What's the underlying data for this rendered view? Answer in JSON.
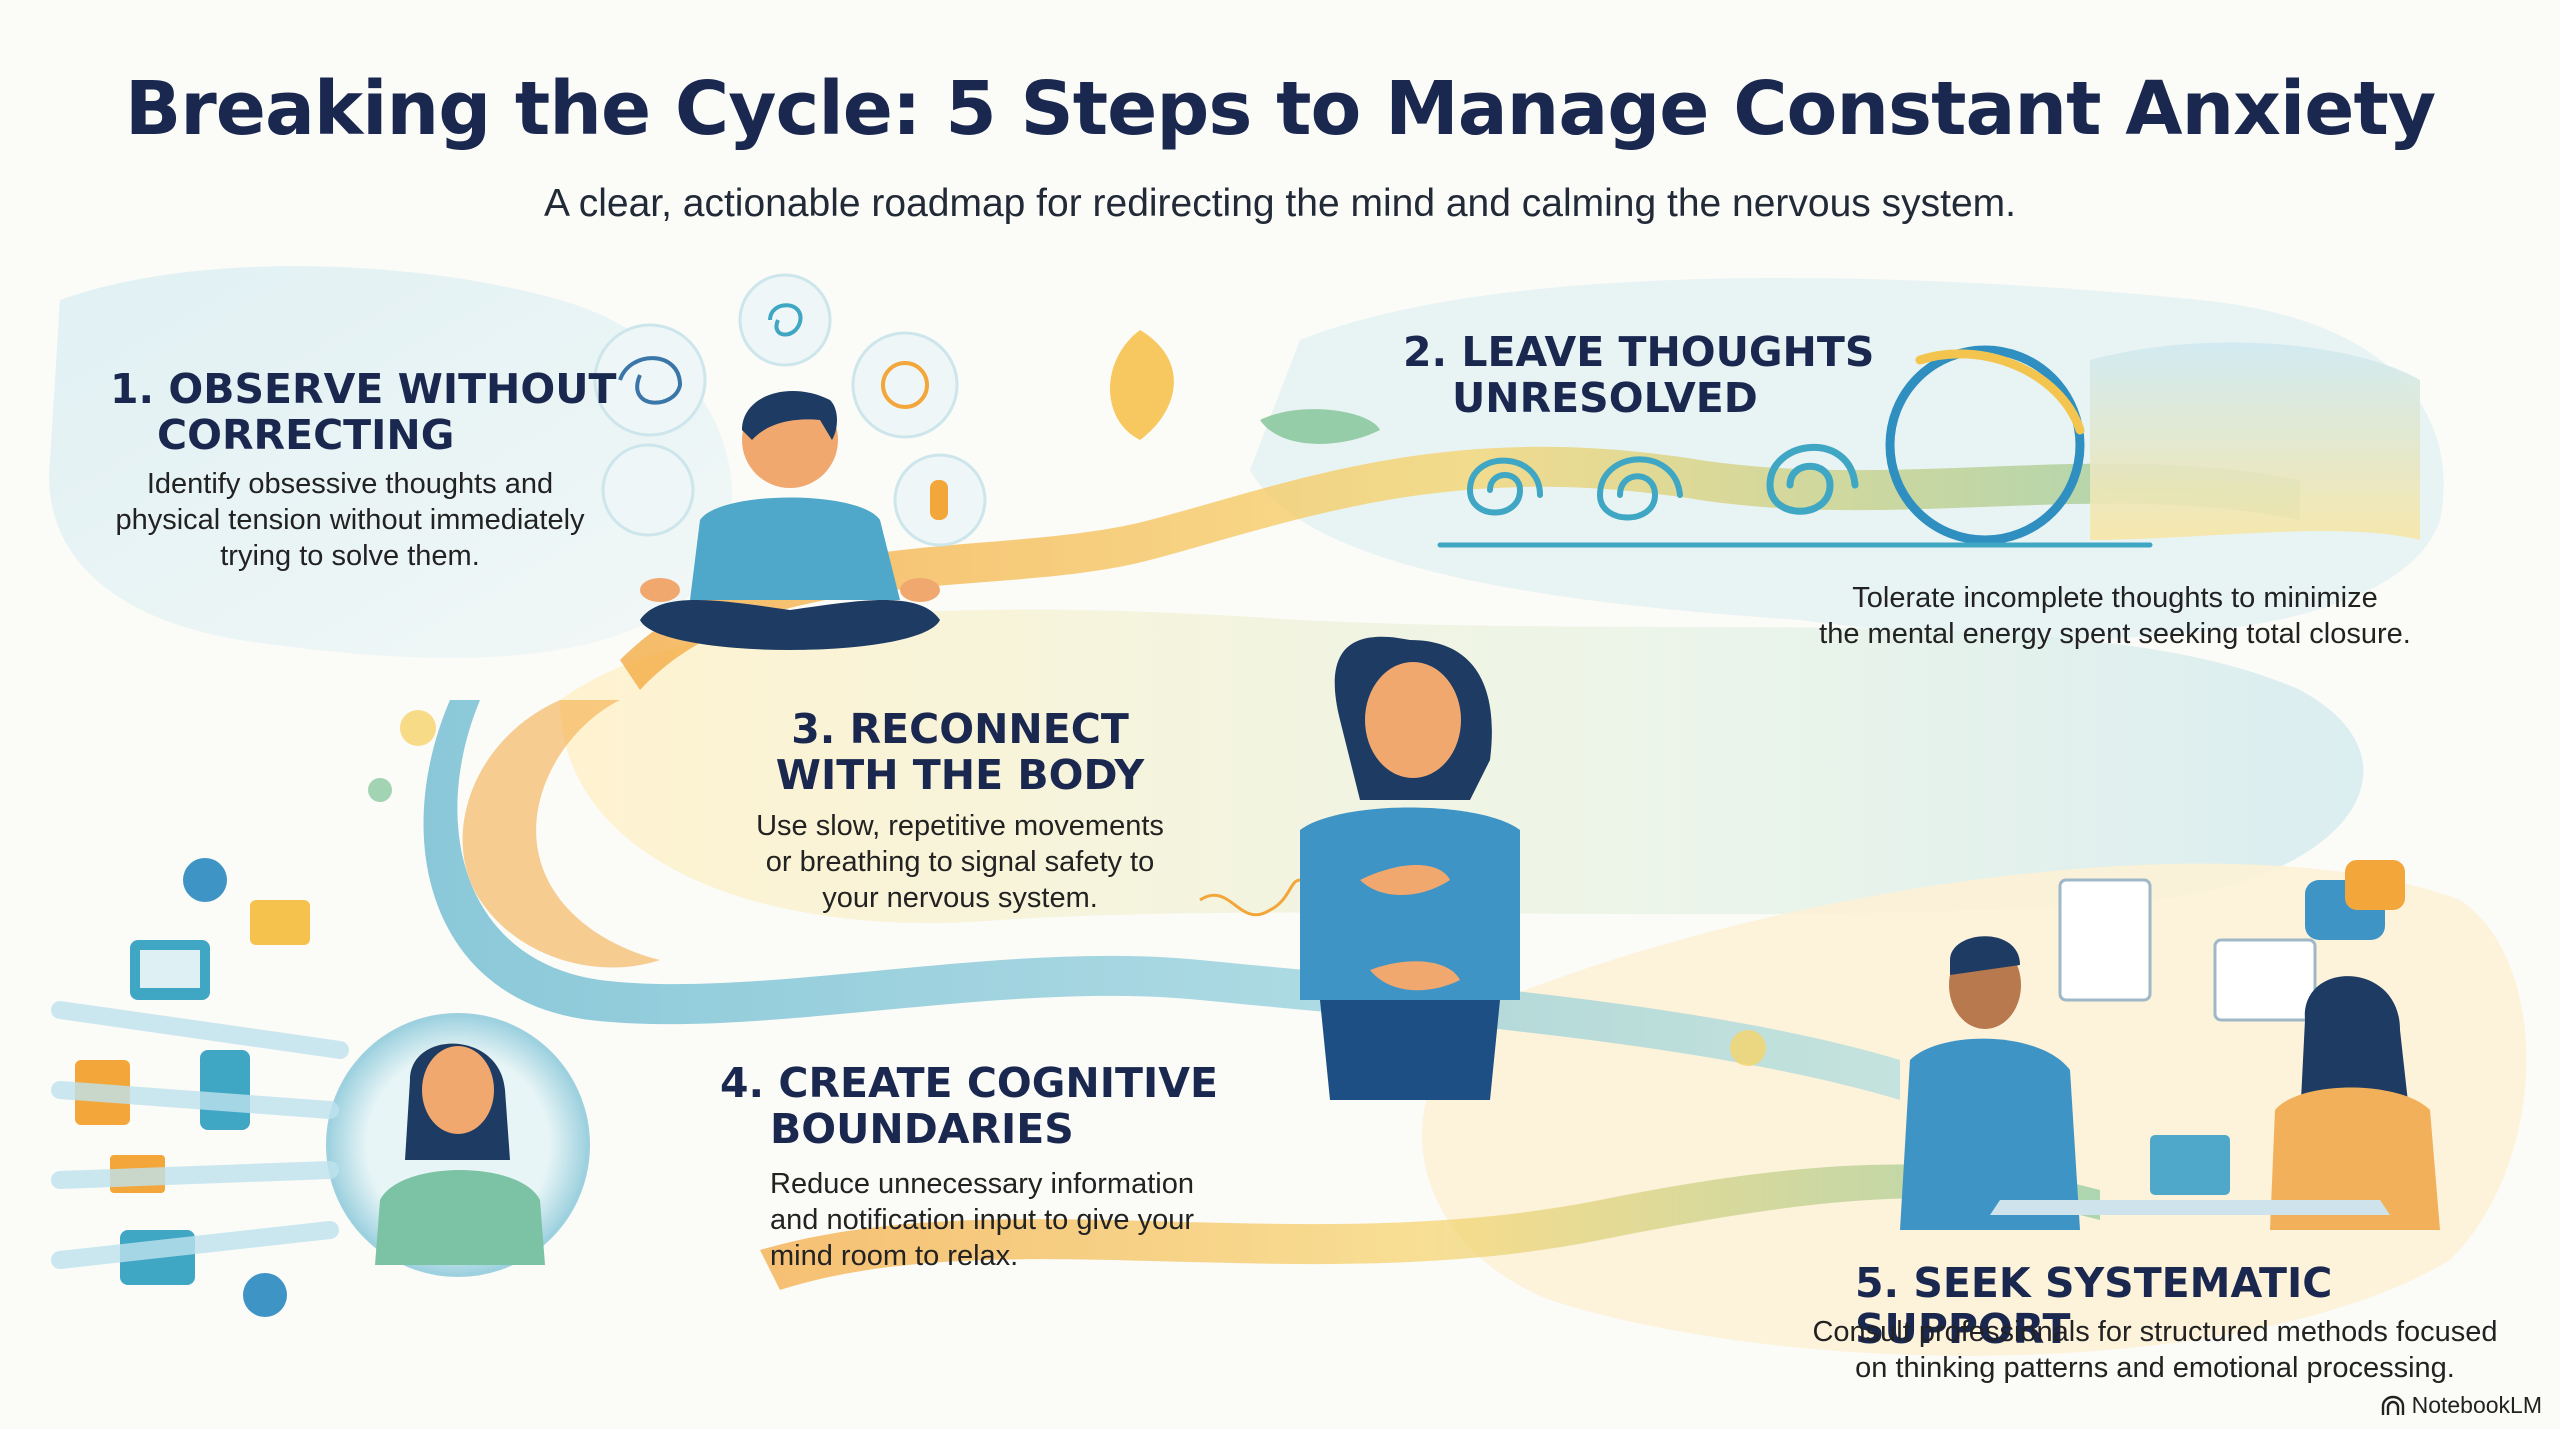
{
  "title": "Breaking the Cycle: 5 Steps to Manage Constant Anxiety",
  "subtitle": "A clear, actionable roadmap for redirecting the mind and calming the nervous system.",
  "steps": [
    {
      "heading_line1": "1. OBSERVE WITHOUT",
      "heading_line2": "CORRECTING",
      "body_lines": [
        "Identify obsessive thoughts and",
        "physical tension without immediately",
        "trying to solve them."
      ]
    },
    {
      "heading_line1": "2. LEAVE THOUGHTS",
      "heading_line2": "UNRESOLVED",
      "body_lines": [
        "Tolerate incomplete thoughts to minimize",
        "the mental energy spent seeking total closure."
      ]
    },
    {
      "heading_line1": "3. RECONNECT",
      "heading_line2": "WITH THE BODY",
      "body_lines": [
        "Use slow, repetitive movements",
        "or breathing to signal safety to",
        "your nervous system."
      ]
    },
    {
      "heading_line1": "4. CREATE COGNITIVE",
      "heading_line2": "BOUNDARIES",
      "body_lines": [
        "Reduce unnecessary information",
        "and notification input to give your",
        "mind room to relax."
      ]
    },
    {
      "heading_line1": "5. SEEK SYSTEMATIC SUPPORT",
      "body_lines": [
        "Consult professionals for structured methods focused",
        "on thinking patterns and emotional processing."
      ]
    }
  ],
  "brand": {
    "label": "NotebookLM",
    "icon": "notebooklm-logo-icon"
  },
  "colors": {
    "title": "#1a2850",
    "teal": "#3fa6c4",
    "blue": "#2f6fae",
    "orange": "#f3a63a",
    "yellow": "#f6d36a",
    "green": "#8cc9a0"
  }
}
